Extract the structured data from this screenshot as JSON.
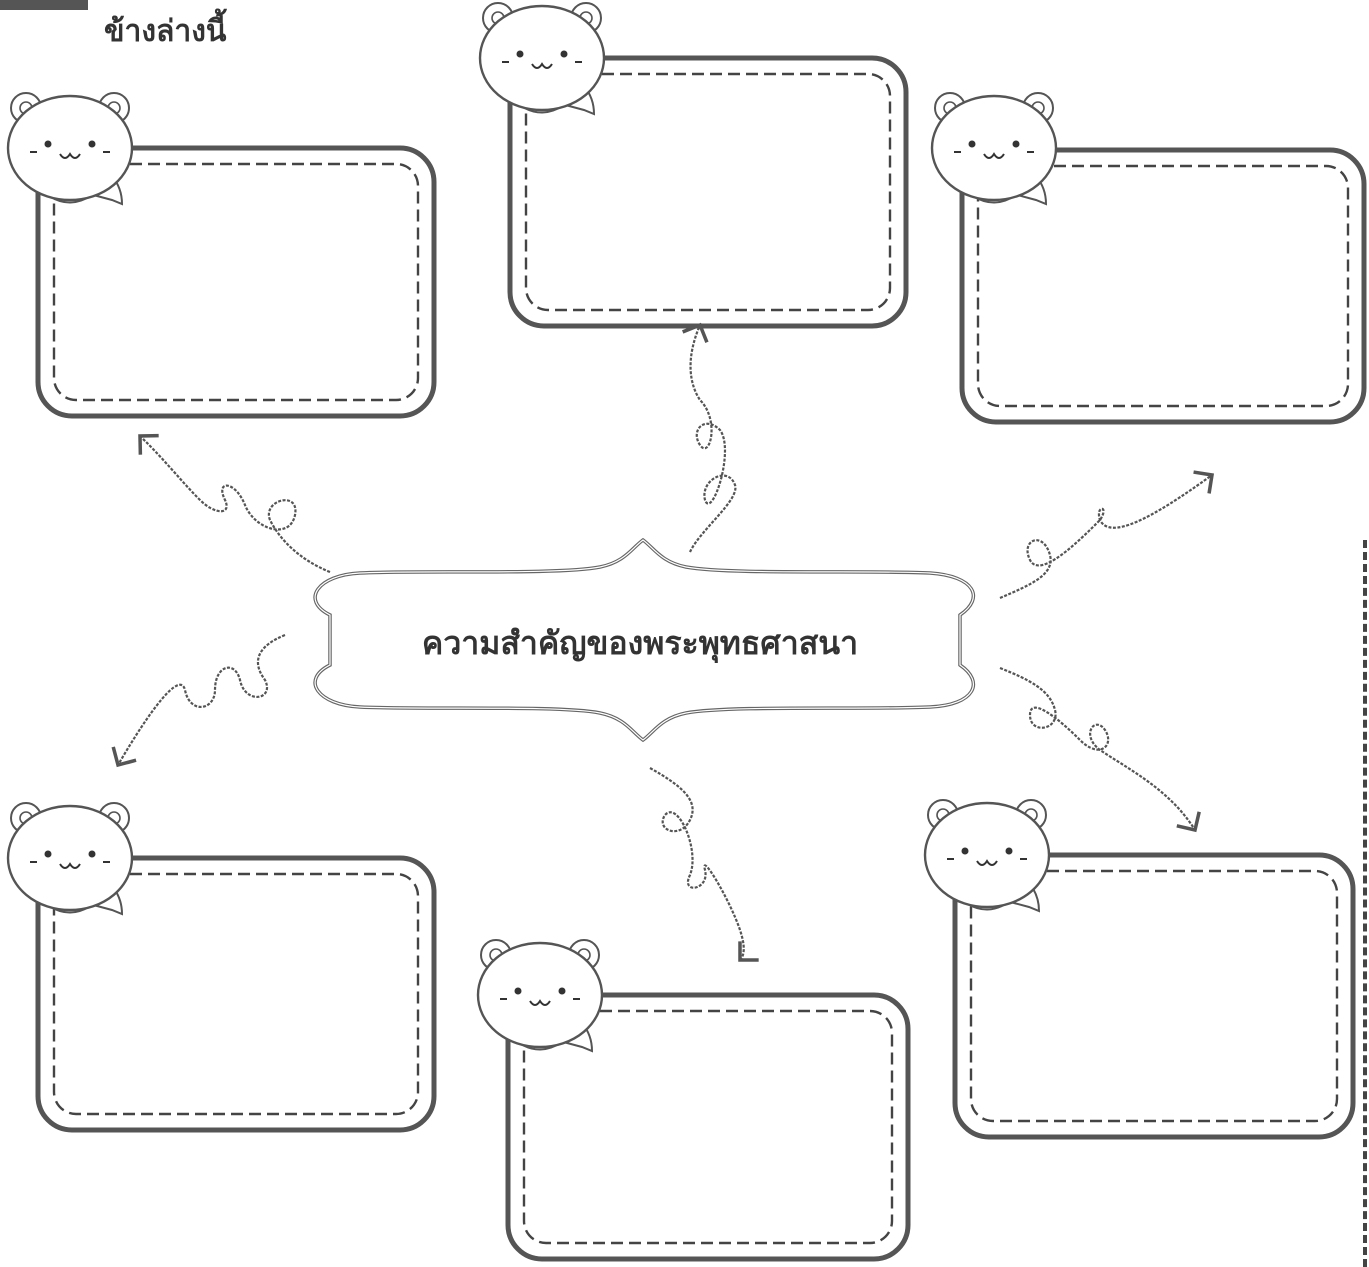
{
  "worksheet": {
    "instruction_text": "ข้างล่างนี้",
    "central_topic": "ความสำคัญของพระพุทธศาสนา",
    "answer_boxes": [
      {
        "id": "top-left",
        "value": ""
      },
      {
        "id": "top-center",
        "value": ""
      },
      {
        "id": "top-right",
        "value": ""
      },
      {
        "id": "bottom-left",
        "value": ""
      },
      {
        "id": "bottom-center",
        "value": ""
      },
      {
        "id": "bottom-right",
        "value": ""
      }
    ],
    "decoration": {
      "mascot_icon": "bear-head-icon",
      "arrow_style": "loopy-hand-drawn-arrow",
      "line_color": "#555555",
      "dash_color": "#444444"
    }
  }
}
